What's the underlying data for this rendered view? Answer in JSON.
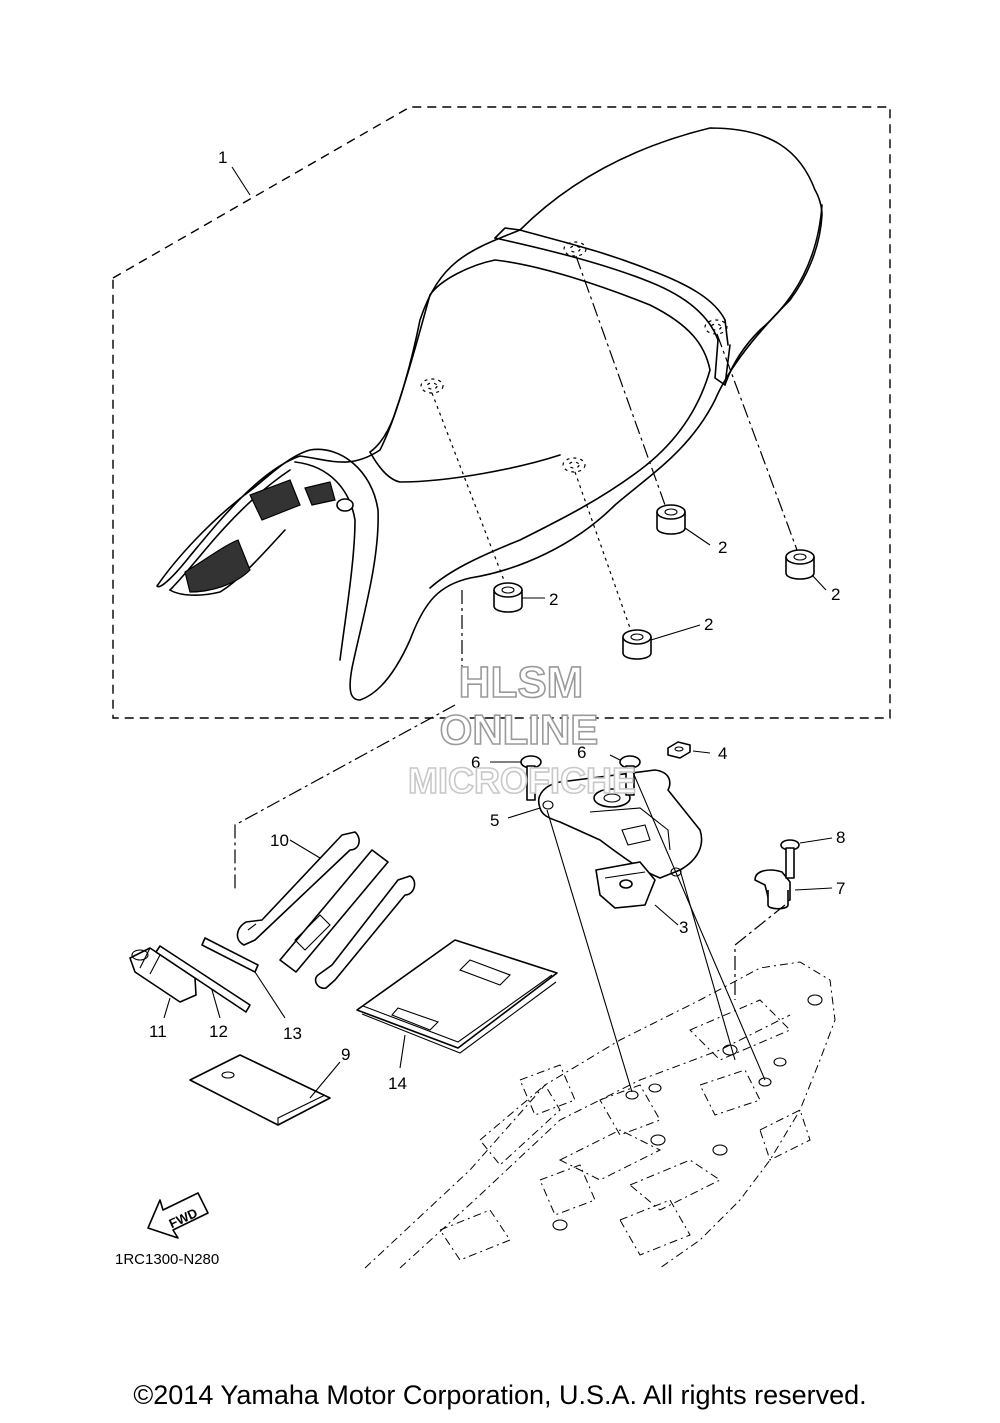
{
  "callouts": {
    "c1": "1",
    "c2a": "2",
    "c2b": "2",
    "c2c": "2",
    "c2d": "2",
    "c3": "3",
    "c4": "4",
    "c5": "5",
    "c6a": "6",
    "c6b": "6",
    "c7": "7",
    "c8": "8",
    "c9": "9",
    "c10": "10",
    "c11": "11",
    "c12": "12",
    "c13": "13",
    "c14": "14"
  },
  "watermark": {
    "line1": "HLSM",
    "line2": "ONLINE",
    "line3": "MICROFICHE"
  },
  "direction_arrow": "FWD",
  "diagram_code": "1RC1300-N280",
  "copyright": "©2014 Yamaha Motor Corporation, U.S.A. All rights reserved."
}
